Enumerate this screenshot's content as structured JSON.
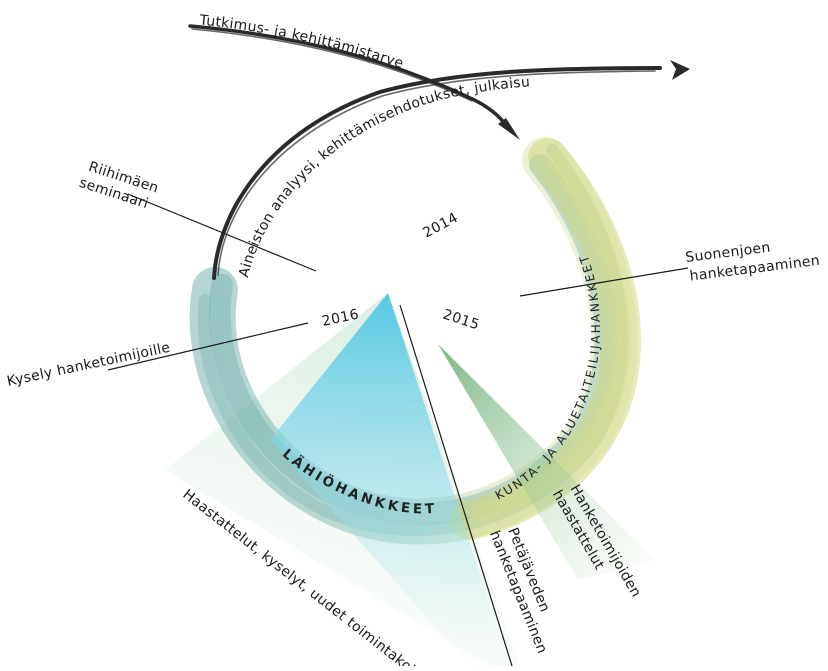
{
  "arcs": {
    "outer_top": "Tutkimus- ja kehittämistarve",
    "inner_top": "Aineiston analyysi, kehittämisehdotukset, julkaisu"
  },
  "years": {
    "y2014": "2014",
    "y2015": "2015",
    "y2016": "2016"
  },
  "bands": {
    "lahio": "LÄHIÖHANKKEET",
    "kunta": "KUNTA- JA ALUETAITEILIJAHANKKEET"
  },
  "events": {
    "riihimaki_1": "Riihimäen",
    "riihimaki_2": "seminaari",
    "suonenjoki_1": "Suonenjoen",
    "suonenjoki_2": "hanketapaaminen",
    "kysely": "Kysely hanketoimijoille",
    "haastattelut": "Haastattelut, kyselyt, uudet toimintakokeilut",
    "petajavesi_1": "Petäjäveden",
    "petajavesi_2": "hanketapaaminen",
    "hanketoimijoiden_1": "Hanketoimijoiden",
    "hanketoimijoiden_2": "haastattelut"
  },
  "colors": {
    "teal": "#3f9a93",
    "yellowgreen": "#c9d66a",
    "cyan": "#5fcbe6",
    "green": "#6aa96f",
    "ink": "#2a2a2a"
  }
}
